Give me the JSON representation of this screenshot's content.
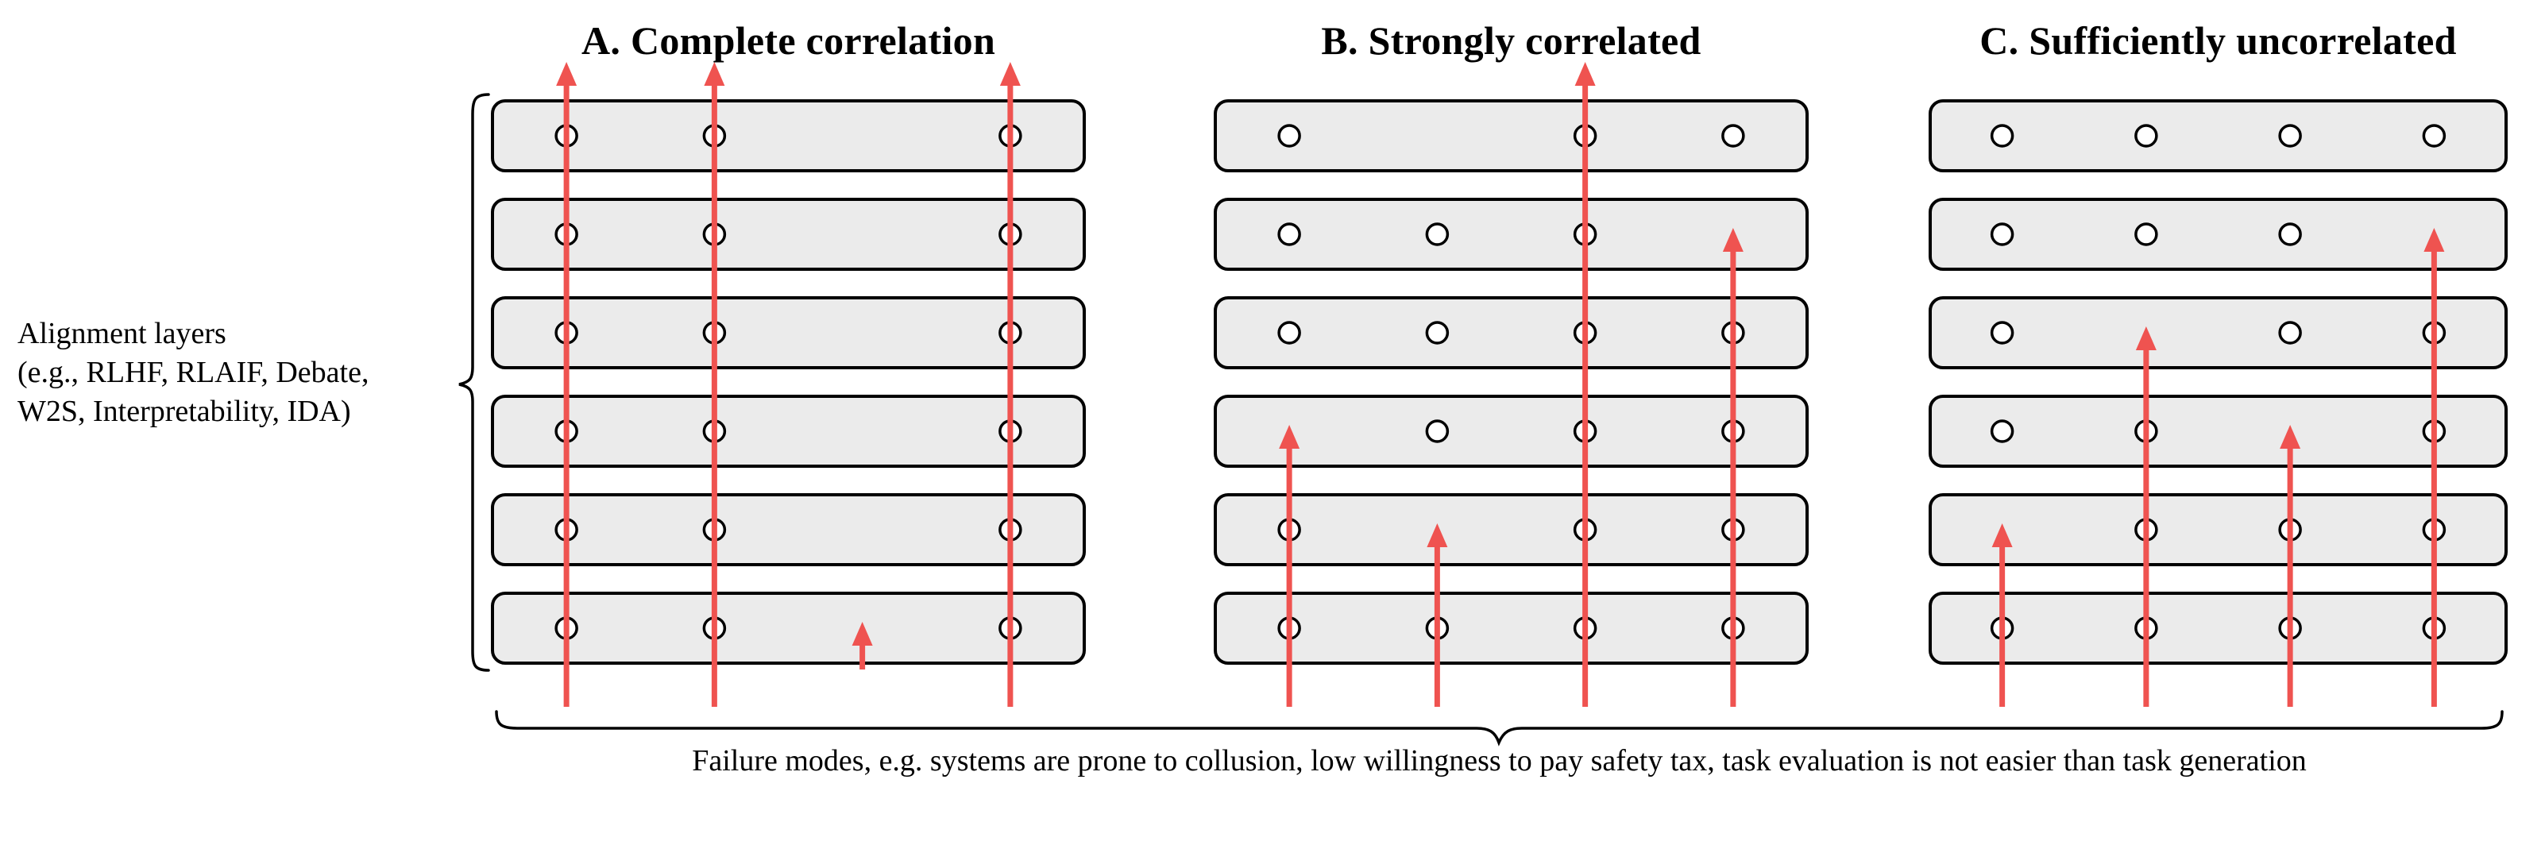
{
  "figure": {
    "left_label_lines": [
      "Alignment layers",
      "(e.g., RLHF, RLAIF, Debate,",
      "W2S, Interpretability, IDA)"
    ],
    "bottom_caption": "Failure modes, e.g. systems are prone to collusion, low willingness to pay safety tax, task evaluation is not easier than task generation",
    "colors": {
      "arrow": "#EF5350",
      "layer_fill": "#EBEBEB",
      "stroke": "#000000",
      "circle_fill": "#FFFFFF"
    },
    "layers_per_panel": 6,
    "columns_per_panel": 4,
    "panels": [
      {
        "id": "A",
        "title": "A. Complete correlation",
        "rows_circles": [
          [
            0,
            1,
            3
          ],
          [
            0,
            1,
            3
          ],
          [
            0,
            1,
            3
          ],
          [
            0,
            1,
            3
          ],
          [
            0,
            1,
            3
          ],
          [
            0,
            1,
            3
          ]
        ],
        "arrows": [
          {
            "col": 0,
            "from": "below",
            "to": "above"
          },
          {
            "col": 1,
            "from": "below",
            "to": "above"
          },
          {
            "col": 3,
            "from": "below",
            "to": "above"
          },
          {
            "col": 2,
            "from": "bottom-edge",
            "to_row": 5
          }
        ]
      },
      {
        "id": "B",
        "title": "B. Strongly correlated",
        "rows_circles": [
          [
            0,
            2,
            3
          ],
          [
            0,
            1,
            2
          ],
          [
            0,
            1,
            2,
            3
          ],
          [
            1,
            2,
            3
          ],
          [
            0,
            2,
            3
          ],
          [
            0,
            1,
            2,
            3
          ]
        ],
        "arrows": [
          {
            "col": 0,
            "from": "below",
            "to_row": 3
          },
          {
            "col": 1,
            "from": "below",
            "to_row": 4
          },
          {
            "col": 2,
            "from": "below",
            "to": "above"
          },
          {
            "col": 3,
            "from": "below",
            "to_row": 1
          }
        ]
      },
      {
        "id": "C",
        "title": "C. Sufficiently uncorrelated",
        "rows_circles": [
          [
            0,
            1,
            2,
            3
          ],
          [
            0,
            1,
            2
          ],
          [
            0,
            2,
            3
          ],
          [
            0,
            1,
            3
          ],
          [
            1,
            2,
            3
          ],
          [
            0,
            1,
            2,
            3
          ]
        ],
        "arrows": [
          {
            "col": 0,
            "from": "below",
            "to_row": 4
          },
          {
            "col": 1,
            "from": "below",
            "to_row": 2
          },
          {
            "col": 2,
            "from": "below",
            "to_row": 3
          },
          {
            "col": 3,
            "from": "below",
            "to_row": 1
          }
        ]
      }
    ]
  }
}
